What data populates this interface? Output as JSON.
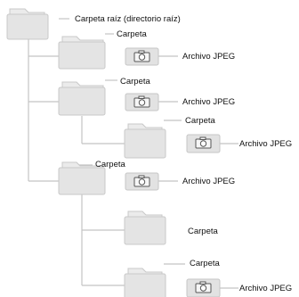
{
  "root": {
    "label": "Carpeta raíz (directorio raíz)"
  },
  "folders": [
    {
      "label": "Carpeta",
      "file": "Archivo JPEG"
    },
    {
      "label": "Carpeta",
      "file": "Archivo JPEG"
    },
    {
      "label": "Carpeta",
      "file": "Archivo JPEG"
    },
    {
      "label": "Carpeta",
      "file": "Archivo JPEG"
    },
    {
      "label": "Carpeta"
    },
    {
      "label": "Carpeta",
      "file": "Archivo JPEG"
    }
  ],
  "icons": {
    "folder": "folder-icon",
    "file": "jpeg-file-camera-icon"
  }
}
